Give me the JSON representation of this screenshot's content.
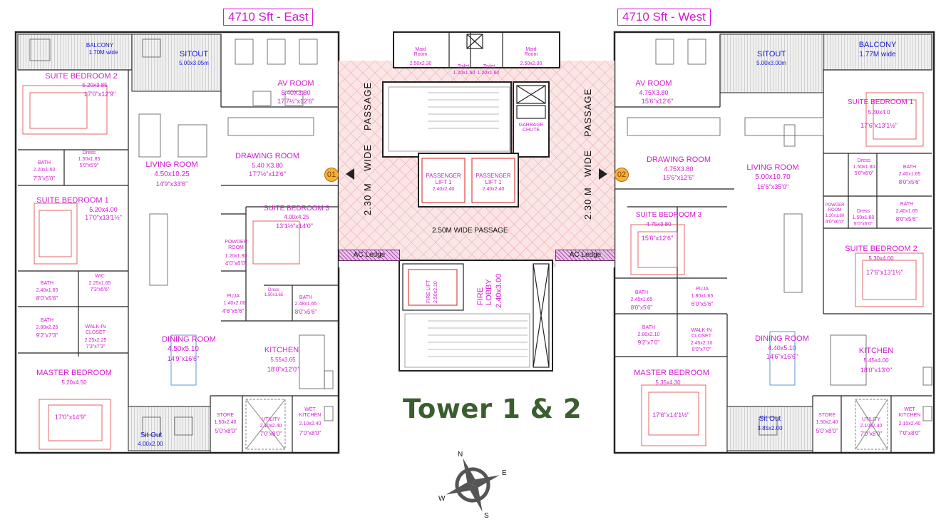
{
  "title": "Tower 1 & 2",
  "wings": {
    "east": "4710 Sft - East",
    "west": "4710 Sft - West"
  },
  "markers": {
    "east": "01",
    "west": "02"
  },
  "compass": {
    "n": "N",
    "e": "E",
    "s": "S",
    "w": "W"
  },
  "core": {
    "passage_left": "PASSAGE",
    "wide_left": "WIDE",
    "width_left": "2.30 M",
    "passage_right": "PASSAGE",
    "wide_right": "WIDE",
    "width_right": "2.30 M",
    "wide_passage": "2.50M   WIDE   PASSAGE",
    "ac_ledge_left": "AC Ledge",
    "ac_ledge_right": "AC Ledge",
    "maid_left": {
      "name": "Maid\nRoom",
      "dim": "2.50x2.30"
    },
    "toilet_left": {
      "name": "Toilet",
      "dim": "1.20x1.60"
    },
    "toilet_right": {
      "name": "Toilet",
      "dim": "1.20x1.60"
    },
    "maid_right": {
      "name": "Maid\nRoom",
      "dim": "2.50x2.30"
    },
    "garbage": "GARBAGE\nCHUTE",
    "lift1": {
      "name": "PASSENGER\nLIFT 1",
      "dim": "2.40x2.40"
    },
    "lift2": {
      "name": "PASSENGER\nLIFT 1",
      "dim": "2.40x2.40"
    },
    "fire_lift": {
      "name": "FIRE LIFT",
      "dim": "2.50x2.10"
    },
    "fire_lobby": {
      "name": "FIRE\nLOBBY",
      "dim": "2.40x3.00"
    }
  },
  "east_rooms": {
    "balcony": {
      "name": "BALCONY",
      "dim": "1.70M wide"
    },
    "sitout": {
      "name": "SITOUT",
      "dim": "5.00x3.05m"
    },
    "av_room": {
      "name": "AV ROOM",
      "dim": "5.40X3.80",
      "ft": "17'7½\"x12'6\""
    },
    "suite2": {
      "name": "SUITE BEDROOM 2",
      "dim": "5.20x3.85",
      "ft": "17'0\"x12'9\""
    },
    "bath1": {
      "name": "BATH",
      "dim": "2.20x1.50",
      "ft": "7'3\"x5'0\""
    },
    "dress1": {
      "name": "Dress",
      "dim": "1.50x1.85",
      "ft": "5'0\"x5'9\""
    },
    "living": {
      "name": "LIVING ROOM",
      "dim": "4.50x10.25",
      "ft": "14'9\"x33'6\""
    },
    "drawing": {
      "name": "DRAWING ROOM",
      "dim": "5.40 X3.80",
      "ft": "17'7½\"x12'6\""
    },
    "suite1": {
      "name": "SUITE BEDROOM 1",
      "dim": "5.20x4.00",
      "ft": "17'0\"x13'1½\""
    },
    "suite3": {
      "name": "SUITE BEDROOM 3",
      "dim": "4.00x4.25",
      "ft": "13'1½\"x14'0\""
    },
    "powder": {
      "name": "POWDER\nROOM",
      "dim": "1.20x1.80",
      "ft": "4'0\"x6'0\""
    },
    "bath2": {
      "name": "BATH",
      "dim": "2.40x1.65",
      "ft": "8'0\"x5'6\""
    },
    "wic": {
      "name": "WIC",
      "dim": "2.25x1.65",
      "ft": "7'3\"x5'6\""
    },
    "puja": {
      "name": "PUJA",
      "dim": "1.40x2.00",
      "ft": "4'6\"x6'6\""
    },
    "dress2": {
      "name": "Dress",
      "dim": "1.50x1.65"
    },
    "bath3": {
      "name": "BATH",
      "dim": "2.48x1.65",
      "ft": "8'0\"x5'6\""
    },
    "bath4": {
      "name": "BATH",
      "dim": "2.80x2.25",
      "ft": "9'2\"x7'3\""
    },
    "walkin": {
      "name": "WALK-IN\nCLOSET",
      "dim": "2.25x2.25",
      "ft": "7'3\"x7'3\""
    },
    "dining": {
      "name": "DINING ROOM",
      "dim": "4.50x5.10",
      "ft": "14'9\"x16'6\""
    },
    "kitchen": {
      "name": "KITCHEN",
      "dim": "5.55x3.65",
      "ft": "18'0\"x12'0\""
    },
    "master": {
      "name": "MASTER BEDROOM",
      "dim": "5.20x4.50",
      "ft": "17'0\"x14'9\""
    },
    "store": {
      "name": "STORE",
      "dim": "1.50x2.40",
      "ft": "5'0\"x8'0\""
    },
    "utility": {
      "name": "UTILITY",
      "dim": "2.10x2.40",
      "ft": "7'0\"x8'0\""
    },
    "wetkitchen": {
      "name": "WET\nKITCHEN",
      "dim": "2.10x2.40",
      "ft": "7'0\"x8'0\""
    },
    "sitout2": {
      "name": "Sit Out",
      "dim": "4.00x2.00"
    }
  },
  "west_rooms": {
    "balcony": {
      "name": "BALCONY",
      "dim": "1.77M wide"
    },
    "sitout": {
      "name": "SITOUT",
      "dim": "5.00x3.00m"
    },
    "av_room": {
      "name": "AV ROOM",
      "dim": "4.75X3.80",
      "ft": "15'6\"x12'6\""
    },
    "suite1": {
      "name": "SUITE BEDROOM 1",
      "dim": "5.30x4.0",
      "ft": "17'6\"x13'1½\""
    },
    "drawing": {
      "name": "DRAWING ROOM",
      "dim": "4.75X3.80",
      "ft": "15'6\"x12'6\""
    },
    "living": {
      "name": "LIVING ROOM",
      "dim": "5.00x10.70",
      "ft": "16'6\"x35'0\""
    },
    "dress1": {
      "name": "Dress",
      "dim": "1.50x1.80",
      "ft": "5'0\"x6'0\""
    },
    "bath1": {
      "name": "BATH",
      "dim": "2.40x1.65",
      "ft": "8'0\"x5'6\""
    },
    "powder": {
      "name": "POWDER\nROOM",
      "dim": "1.20x1.80",
      "ft": "4'0\"x6'0\""
    },
    "dress2": {
      "name": "Dress",
      "dim": "1.50x1.80",
      "ft": "5'0\"x6'0\""
    },
    "bath2": {
      "name": "BATH",
      "dim": "2.40x1.65",
      "ft": "8'0\"x5'6\""
    },
    "suite3": {
      "name": "SUITE BEDROOM 3",
      "dim": "4.75x3.80",
      "ft": "15'6\"x12'6\""
    },
    "suite2": {
      "name": "SUITE BEDROOM 2",
      "dim": "5.30x4.00",
      "ft": "17'6\"x13'1½\""
    },
    "bath3": {
      "name": "BATH",
      "dim": "2.45x1.65",
      "ft": "8'0\"x5'6\""
    },
    "puja": {
      "name": "PUJA",
      "dim": "1.80x1.65",
      "ft": "6'0\"x5'6\""
    },
    "bath4": {
      "name": "BATH",
      "dim": "2.80x2.10",
      "ft": "9'2\"x7'0\""
    },
    "walkin": {
      "name": "WALK-IN\nCLOSET",
      "dim": "2.45x2.10",
      "ft": "8'0\"x7'0\""
    },
    "dining": {
      "name": "DINING ROOM",
      "dim": "4.40x5.10",
      "ft": "14'6\"x16'6\""
    },
    "kitchen": {
      "name": "KITCHEN",
      "dim": "5.45x4.00",
      "ft": "18'0\"x13'0\""
    },
    "master": {
      "name": "MASTER BEDROOM",
      "dim": "5.35x4.30",
      "ft": "17'6\"x14'1½\""
    },
    "sitout2": {
      "name": "Sit Out",
      "dim": "3.85x2.00"
    },
    "store": {
      "name": "STORE",
      "dim": "1.50x2.40",
      "ft": "5'0\"x8'0\""
    },
    "utility": {
      "name": "UTILITY",
      "dim": "2.10x2.40",
      "ft": "7'0\"x8'0\""
    },
    "wetkitchen": {
      "name": "WET\nKITCHEN",
      "dim": "2.10x2.40",
      "ft": "7'0\"x8'0\""
    }
  }
}
